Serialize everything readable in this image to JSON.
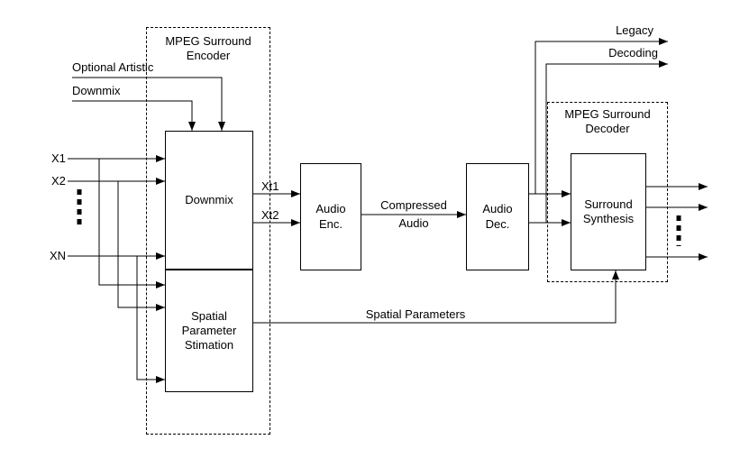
{
  "diagram": {
    "background": "#ffffff",
    "line_color": "#000000",
    "text_color": "#000000",
    "groups": {
      "encoder": [
        "MPEG Surround",
        "Encoder"
      ],
      "decoder": [
        "MPEG Surround",
        "Decoder"
      ]
    },
    "blocks": {
      "downmix": [
        "Downmix"
      ],
      "spatial": [
        "Spatial",
        "Parameter",
        "Stimation"
      ],
      "audio_enc": [
        "Audio",
        "Enc."
      ],
      "audio_dec": [
        "Audio",
        "Dec."
      ],
      "surround": [
        "Surround",
        "Synthesis"
      ]
    },
    "labels": {
      "optional_artistic": "Optional Artistic",
      "downmix_input": "Downmix",
      "x1": "X1",
      "x2": "X2",
      "xn": "XN",
      "xt1": "Xt1",
      "xt2": "Xt2",
      "compressed": [
        "Compressed",
        "Audio"
      ],
      "legacy": "Legacy",
      "decoding": "Decoding",
      "spatial_parameters": "Spatial Parameters"
    }
  }
}
